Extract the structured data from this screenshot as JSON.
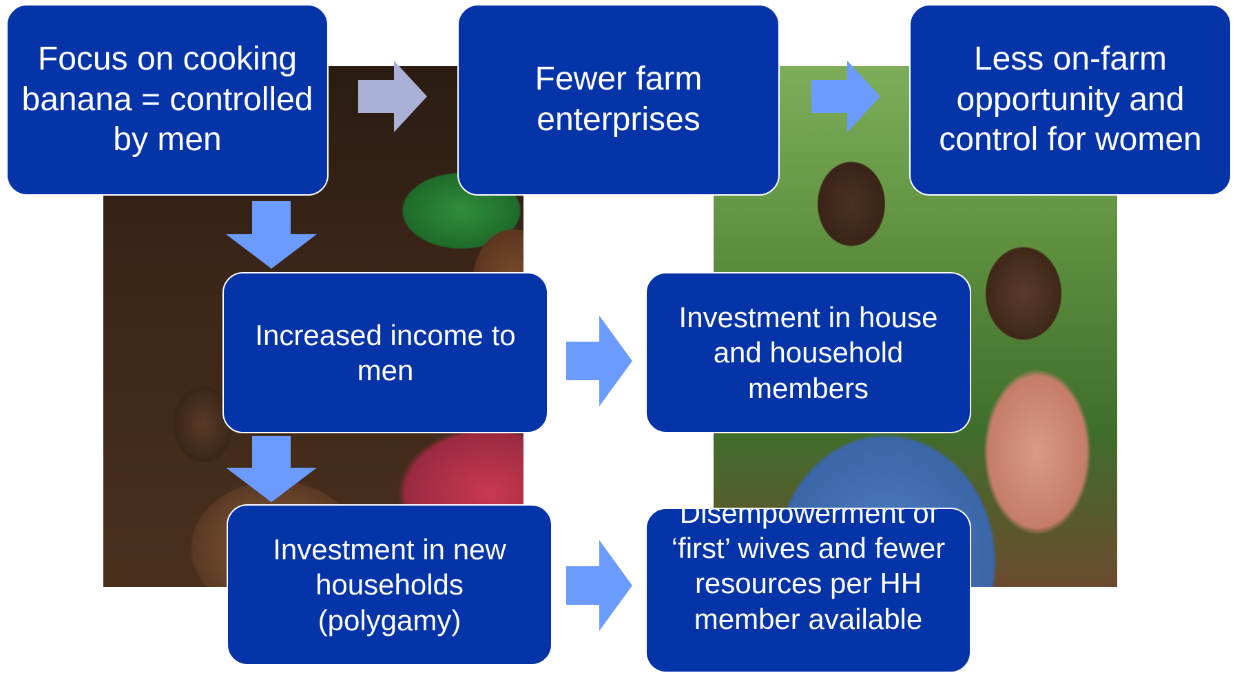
{
  "diagram": {
    "boxes": {
      "focus": "Focus on cooking banana = controlled by men",
      "fewer": "Fewer farm enterprises",
      "less": "Less on-farm opportunity and control for women",
      "income": "Increased income to men",
      "house": "Investment in house and household members",
      "newhh": "Investment in new households (polygamy)",
      "disemp": "Disempowerment of ‘first’ wives and fewer resources per HH member available"
    },
    "colors": {
      "box_fill": "#0533a8",
      "arrow_first": "#a9b1d6",
      "arrow": "#6b9bff"
    }
  },
  "photos": {
    "left": "photo of a woman and child",
    "right": "photo of a man holding a baby"
  }
}
